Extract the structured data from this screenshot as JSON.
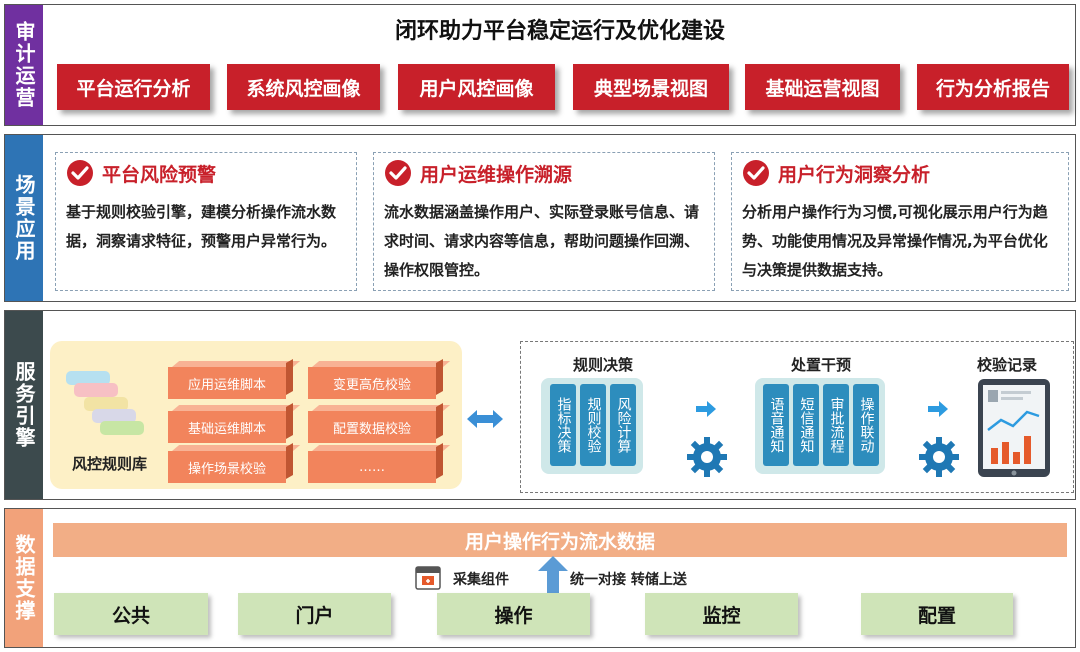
{
  "sections": {
    "audit": {
      "side_label": "审计运营",
      "title": "闭环助力平台稳定运行及优化建设",
      "buttons": [
        "平台运行分析",
        "系统风控画像",
        "用户风控画像",
        "典型场景视图",
        "基础运营视图",
        "行为分析报告"
      ]
    },
    "scenario": {
      "side_label": "场景应用",
      "cards": [
        {
          "title": "平台风险预警",
          "body": "基于规则校验引擎，建模分析操作流水数据，洞察请求特征，预警用户异常行为。"
        },
        {
          "title": "用户运维操作溯源",
          "body": "流水数据涵盖操作用户、实际登录账号信息、请求时间、请求内容等信息，帮助问题操作回溯、操作权限管控。"
        },
        {
          "title": "用户行为洞察分析",
          "body": "分析用户操作行为习惯,可视化展示用户行为趋势、功能使用情况及异常操作情况,为平台优化与决策提供数据支持。"
        }
      ]
    },
    "service": {
      "side_label": "服务引擎",
      "library_label": "风控规则库",
      "rule_boxes": [
        "应用运维脚本",
        "变更高危校验",
        "基础运维脚本",
        "配置数据校验",
        "操作场景校验",
        "……"
      ],
      "groups": [
        {
          "title": "规则决策",
          "tiles": [
            "指标决策",
            "规则校验",
            "风险计算"
          ]
        },
        {
          "title": "处置干预",
          "tiles": [
            "语音通知",
            "短信通知",
            "审批流程",
            "操作联动"
          ]
        },
        {
          "title": "校验记录"
        }
      ]
    },
    "data": {
      "side_label": "数据支撑",
      "bar_label": "用户操作行为流水数据",
      "collector_label": "采集组件",
      "transfer_label": "统一对接 转储上送",
      "sources": [
        "公共",
        "门户",
        "操作",
        "监控",
        "配置"
      ]
    }
  },
  "colors": {
    "audit_side": "#7030a0",
    "scenario_side": "#2e74b5",
    "service_side": "#3c4a4d",
    "data_side": "#f2a27a",
    "red_button": "#c8202a",
    "tile_blue": "#2d8dbd",
    "gear_blue": "#1f78b4",
    "orange_box": "#f2845c",
    "green_source": "#cfe4b8"
  },
  "icons": [
    "check-circle-icon",
    "double-arrow-icon",
    "right-arrow-icon",
    "gear-icon",
    "tablet-chart-icon",
    "database-stack-icon",
    "browser-window-icon",
    "up-arrow-icon"
  ]
}
